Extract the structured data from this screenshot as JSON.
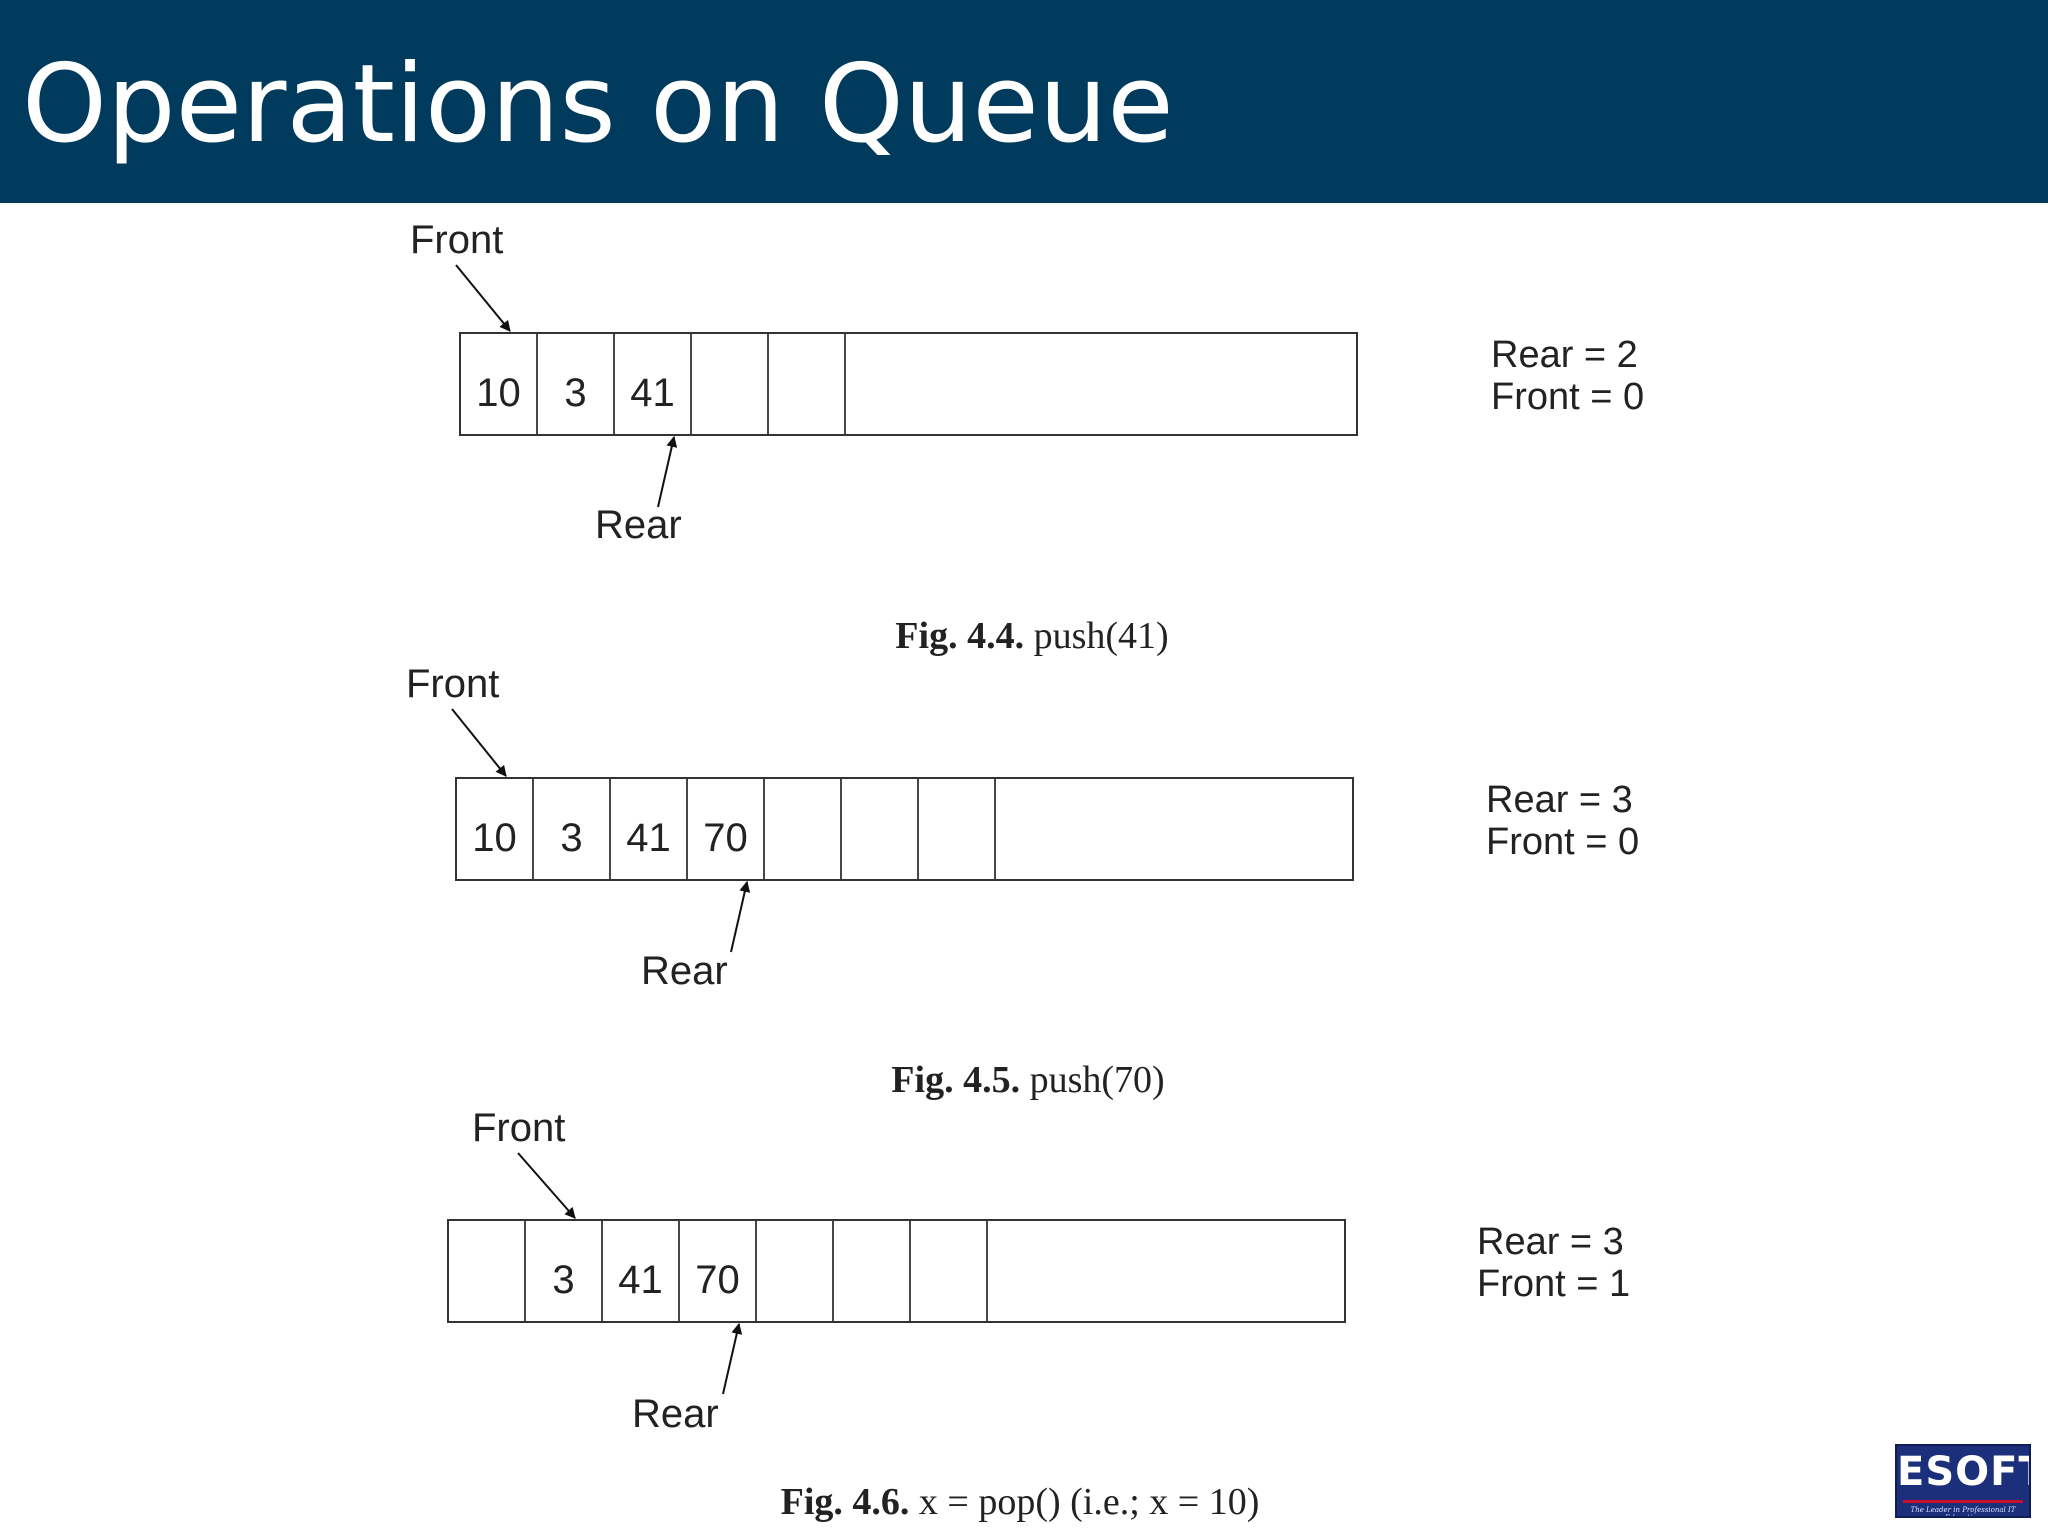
{
  "slide": {
    "title": "Operations on Queue"
  },
  "figures": [
    {
      "cells": [
        "10",
        "3",
        "41",
        "",
        ""
      ],
      "front_label": "Front",
      "rear_label": "Rear",
      "front_index": 0,
      "rear_index": 2,
      "status": [
        "Rear = 2",
        "Front = 0"
      ],
      "caption": {
        "fig": "Fig.",
        "number": "4.4.",
        "text": "push(41)"
      }
    },
    {
      "cells": [
        "10",
        "3",
        "41",
        "70",
        "",
        "",
        ""
      ],
      "front_label": "Front",
      "rear_label": "Rear",
      "front_index": 0,
      "rear_index": 3,
      "status": [
        "Rear = 3",
        "Front = 0"
      ],
      "caption": {
        "fig": "Fig.",
        "number": "4.5.",
        "text": "push(70)"
      }
    },
    {
      "cells": [
        "",
        "3",
        "41",
        "70",
        "",
        "",
        ""
      ],
      "front_label": "Front",
      "rear_label": "Rear",
      "front_index": 1,
      "rear_index": 3,
      "status": [
        "Rear = 3",
        "Front = 1"
      ],
      "caption": {
        "fig": "Fig.",
        "number": "4.6.",
        "text": "x = pop() (i.e.; x = 10)"
      }
    }
  ],
  "logo": {
    "text": "ESOFT",
    "tagline": "The Leader in Professional IT Education"
  }
}
